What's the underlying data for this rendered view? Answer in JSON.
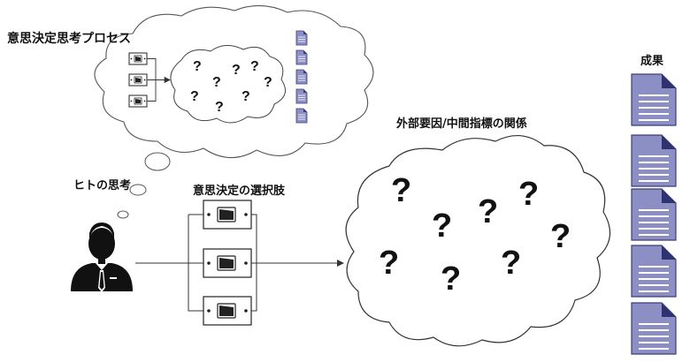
{
  "labels": {
    "thought_process": "意思決定思考プロセス",
    "human_thought": "ヒトの思考",
    "decision_options": "意思決定の選択肢",
    "external_factors": "外部要因/中間指標の関係",
    "results": "成果"
  },
  "small_cloud_marks": [
    "?",
    "?",
    "?",
    "?",
    "?",
    "?",
    "?",
    "?"
  ],
  "big_cloud_marks": [
    "?",
    "?",
    "?",
    "?",
    "?",
    "?",
    "?",
    "?"
  ],
  "colors": {
    "document_fill": "#8c8fc4",
    "document_stroke": "#3b3f7a",
    "line": "#333333"
  }
}
